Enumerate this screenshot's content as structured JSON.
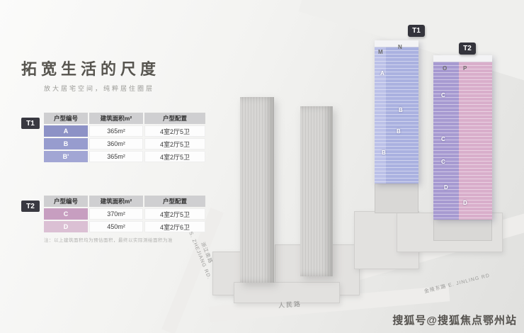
{
  "page": {
    "title": "拓宽生活的尺度",
    "subtitle": "放大居宅空间，纯粹居住圈层",
    "watermark": "搜狐号@搜狐焦点鄂州站"
  },
  "t1": {
    "badge": "T1",
    "headers": [
      "户型编号",
      "建筑面积m²",
      "户型配置"
    ],
    "rows": [
      {
        "unit": "A",
        "area": "365m²",
        "layout": "4室2厅5卫"
      },
      {
        "unit": "B",
        "area": "360m²",
        "layout": "4室2厅5卫"
      },
      {
        "unit": "B'",
        "area": "365m²",
        "layout": "4室2厅5卫"
      }
    ]
  },
  "t2": {
    "badge": "T2",
    "headers": [
      "户型编号",
      "建筑面积m²",
      "户型配置"
    ],
    "rows": [
      {
        "unit": "C",
        "area": "370m²",
        "layout": "4室2厅5卫"
      },
      {
        "unit": "D",
        "area": "450m²",
        "layout": "4室2厅6卫"
      }
    ],
    "note": "注：以上建筑面积均为预估面积，最终以实际测绘面积为准"
  },
  "map": {
    "t1_badge": "T1",
    "t2_badge": "T2",
    "t1_sections": [
      "M",
      "N",
      "A",
      "B",
      "B",
      "B"
    ],
    "t2_sections": [
      "O",
      "P",
      "C",
      "C",
      "C",
      "D",
      "D"
    ],
    "roads": {
      "west_cn": "浙江南路",
      "west_en": "S. ZHEJIANG RD.",
      "south": "人民路",
      "east": "金陵东路  E. JINLING RD"
    }
  },
  "colors": {
    "unit_a": "#8d92c6",
    "unit_b": "#979cce",
    "unit_b2": "#a2a6d4",
    "unit_c": "#c79ec0",
    "unit_d": "#dbc0d4"
  }
}
